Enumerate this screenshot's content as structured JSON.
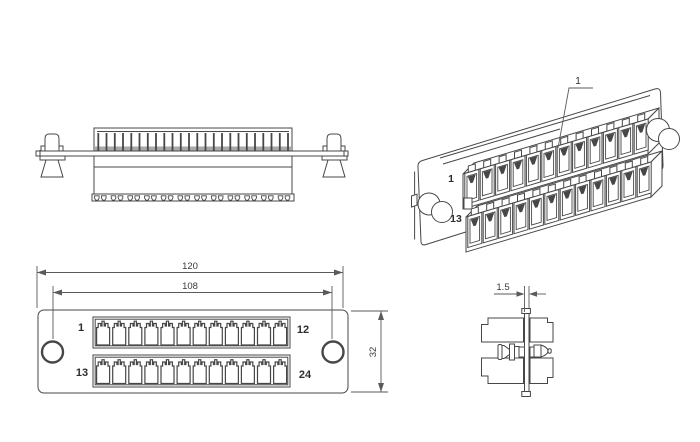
{
  "meta": {
    "background_color": "#ffffff",
    "line_color": "#474747",
    "description": "Engineering drawing of 24-port LC fiber adapter panel, four views"
  },
  "front_view": {
    "dim_width": "120",
    "dim_hole_spacing": "108",
    "dim_height": "32",
    "port_top_first": "1",
    "port_top_last": "12",
    "port_bottom_first": "13",
    "port_bottom_last": "24"
  },
  "iso_view": {
    "callout": "1",
    "row_top_label": "1",
    "row_bottom_label": "13"
  },
  "side_view": {
    "dim_thickness": "1.5"
  }
}
